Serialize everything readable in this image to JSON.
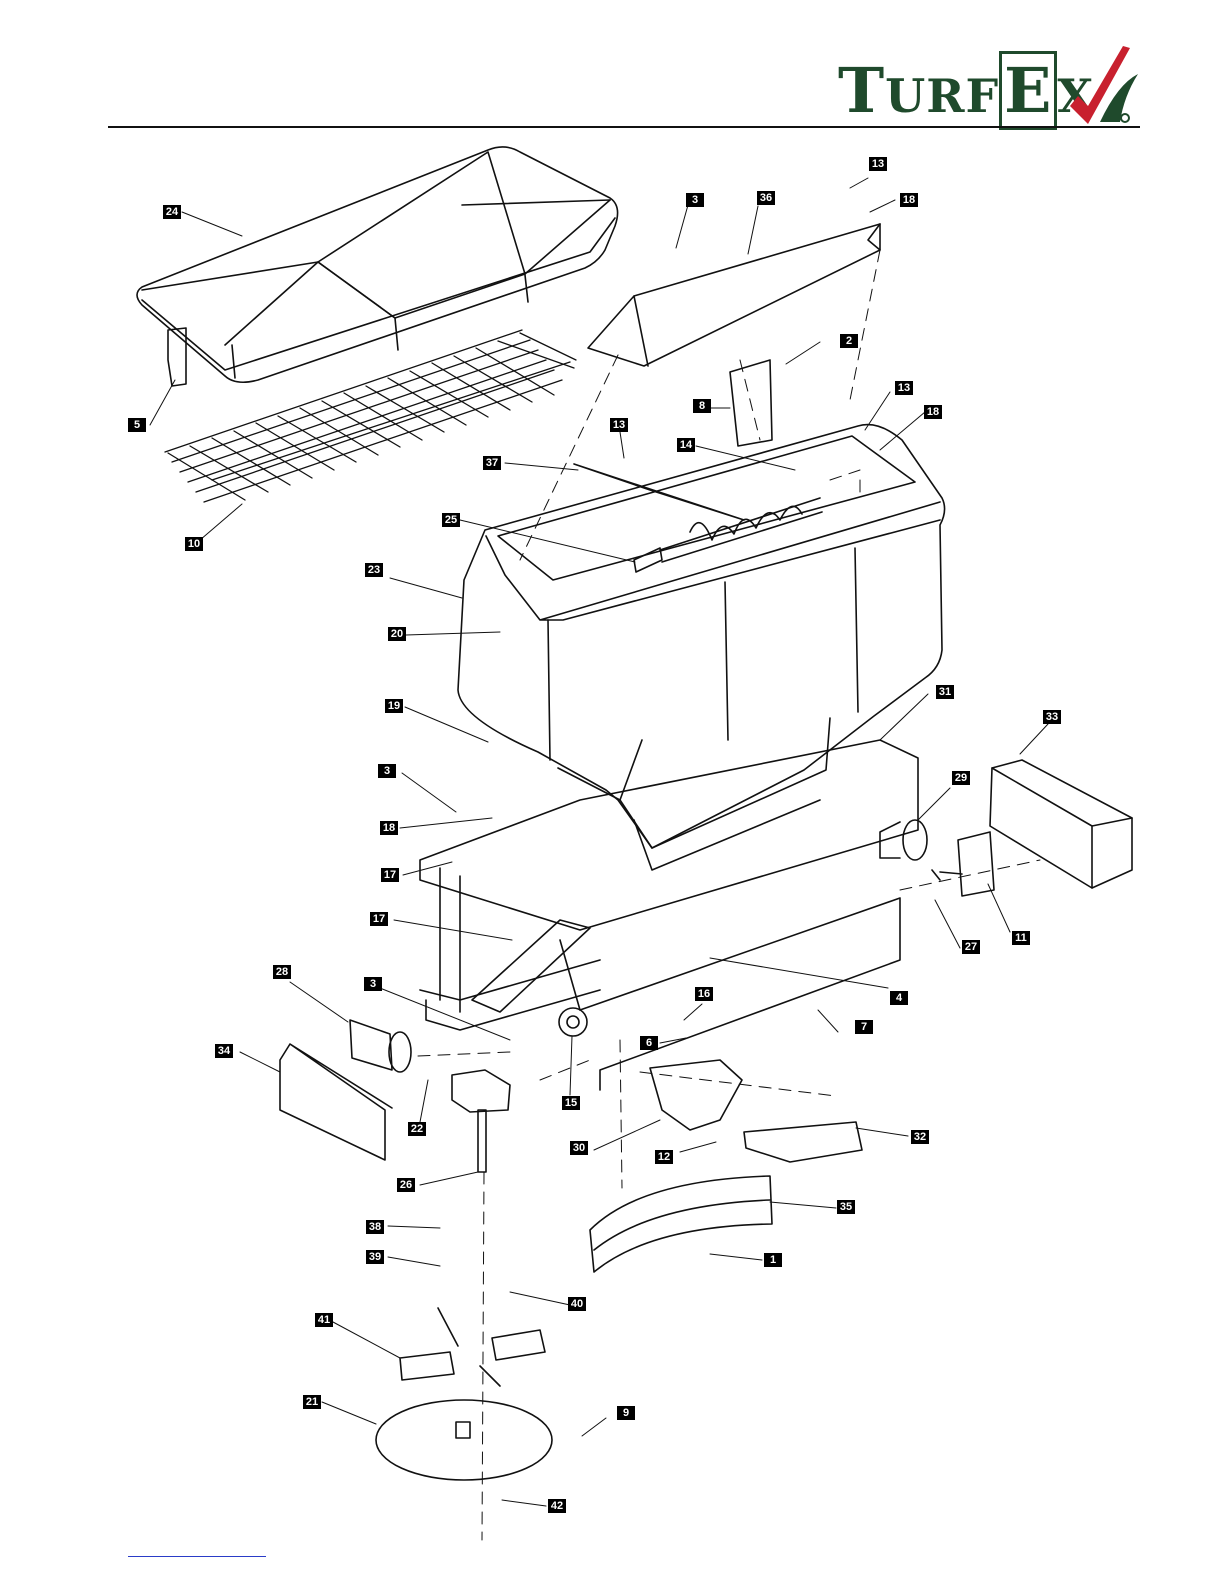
{
  "brand": {
    "logo_text": "TurfEx",
    "logo_initial_1": "T",
    "logo_rest_1": "URF",
    "logo_initial_2": "E",
    "logo_rest_2": "X",
    "logo_color": "#1f4a2c",
    "check_color": "#c8202e"
  },
  "callouts": [
    {
      "id": "c13a",
      "label": "13"
    },
    {
      "id": "c3a",
      "label": "3"
    },
    {
      "id": "c36",
      "label": "36"
    },
    {
      "id": "c18a",
      "label": "18"
    },
    {
      "id": "c24",
      "label": "24"
    },
    {
      "id": "c2",
      "label": "2"
    },
    {
      "id": "c8",
      "label": "8"
    },
    {
      "id": "c13b",
      "label": "13"
    },
    {
      "id": "c18b",
      "label": "18"
    },
    {
      "id": "c5",
      "label": "5"
    },
    {
      "id": "c13c",
      "label": "13"
    },
    {
      "id": "c14",
      "label": "14"
    },
    {
      "id": "c37",
      "label": "37"
    },
    {
      "id": "c10",
      "label": "10"
    },
    {
      "id": "c25",
      "label": "25"
    },
    {
      "id": "c23",
      "label": "23"
    },
    {
      "id": "c20",
      "label": "20"
    },
    {
      "id": "c31",
      "label": "31"
    },
    {
      "id": "c33",
      "label": "33"
    },
    {
      "id": "c19",
      "label": "19"
    },
    {
      "id": "c29",
      "label": "29"
    },
    {
      "id": "c3b",
      "label": "3"
    },
    {
      "id": "c18c",
      "label": "18"
    },
    {
      "id": "c17a",
      "label": "17"
    },
    {
      "id": "c11",
      "label": "11"
    },
    {
      "id": "c17b",
      "label": "17"
    },
    {
      "id": "c27",
      "label": "27"
    },
    {
      "id": "c28",
      "label": "28"
    },
    {
      "id": "c3c",
      "label": "3"
    },
    {
      "id": "c4",
      "label": "4"
    },
    {
      "id": "c16",
      "label": "16"
    },
    {
      "id": "c7",
      "label": "7"
    },
    {
      "id": "c34",
      "label": "34"
    },
    {
      "id": "c6",
      "label": "6"
    },
    {
      "id": "c22",
      "label": "22"
    },
    {
      "id": "c15",
      "label": "15"
    },
    {
      "id": "c32",
      "label": "32"
    },
    {
      "id": "c30",
      "label": "30"
    },
    {
      "id": "c12",
      "label": "12"
    },
    {
      "id": "c26",
      "label": "26"
    },
    {
      "id": "c35",
      "label": "35"
    },
    {
      "id": "c38",
      "label": "38"
    },
    {
      "id": "c1",
      "label": "1"
    },
    {
      "id": "c39",
      "label": "39"
    },
    {
      "id": "c40",
      "label": "40"
    },
    {
      "id": "c41",
      "label": "41"
    },
    {
      "id": "c9",
      "label": "9"
    },
    {
      "id": "c21",
      "label": "21"
    },
    {
      "id": "c42",
      "label": "42"
    }
  ]
}
